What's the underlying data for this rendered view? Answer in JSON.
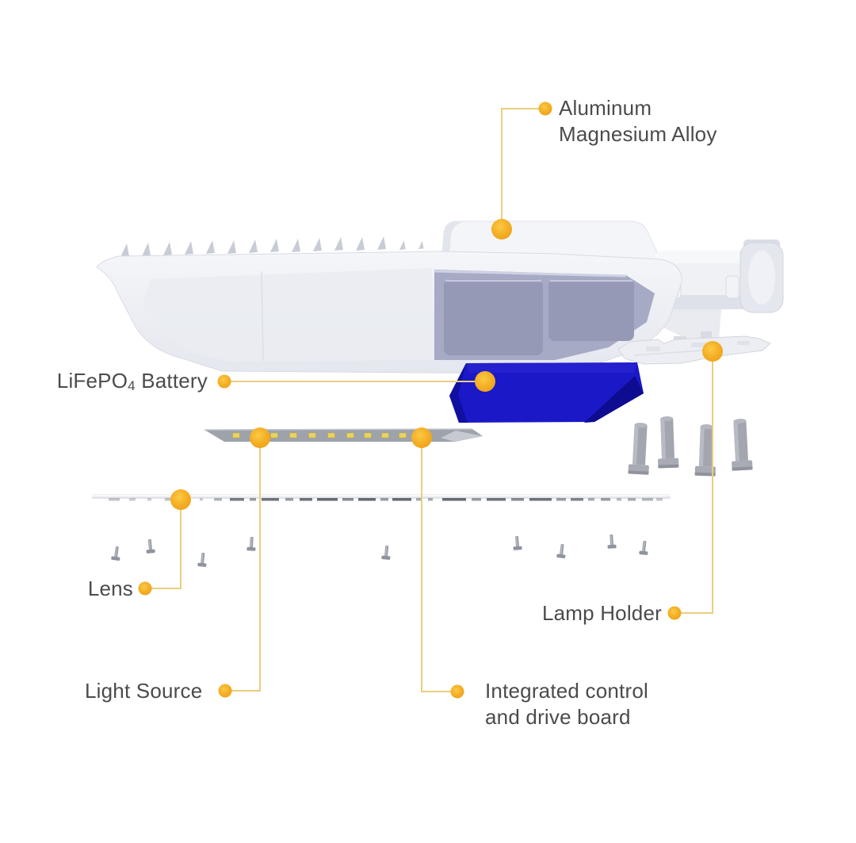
{
  "colors": {
    "accent": "#F3AD23",
    "line": "#E8CE7E",
    "text": "#4B4B4E",
    "battery": "#1B18C7",
    "battery-shadow": "#0E0C90"
  },
  "callouts": {
    "aluminum": {
      "line1": "Aluminum",
      "line2": "Magnesium Alloy"
    },
    "battery": {
      "prefix": "LiFePO",
      "sub": "4",
      "suffix": " Battery"
    },
    "lens": {
      "label": "Lens"
    },
    "lamp_holder": {
      "label": "Lamp Holder"
    },
    "light_source": {
      "label": "Light Source"
    },
    "integrated": {
      "line1": "Integrated control",
      "line2": "and drive board"
    }
  }
}
